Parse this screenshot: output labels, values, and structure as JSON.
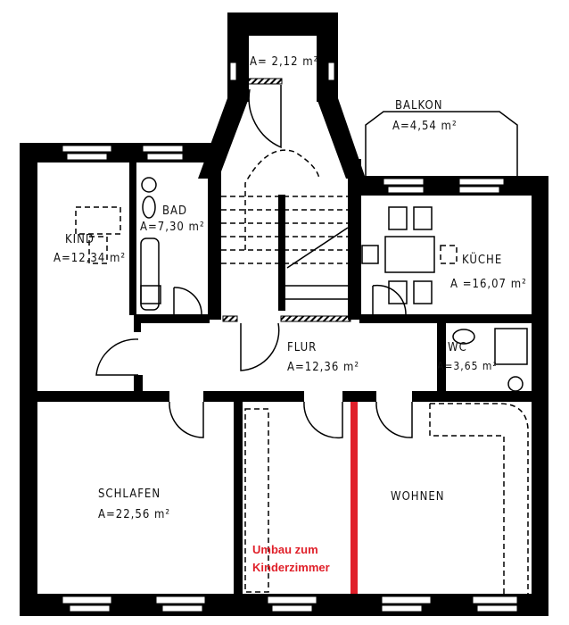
{
  "plan": {
    "rooms": {
      "erker": {
        "area": "A= 2,12 m²"
      },
      "balkon": {
        "name": "BALKON",
        "area": "A=4,54 m²"
      },
      "kind": {
        "name": "KIND",
        "area": "A=12,34 m²"
      },
      "bad": {
        "name": "BAD",
        "area": "A=7,30 m²"
      },
      "kueche": {
        "name": "KÜCHE",
        "area": "A =16,07 m²"
      },
      "flur": {
        "name": "FLUR",
        "area": "A=12,36 m²"
      },
      "wc": {
        "name": "WC",
        "area": "A=3,65 m²"
      },
      "schlafen": {
        "name": "SCHLAFEN",
        "area": "A=22,56 m²"
      },
      "wohnen": {
        "name": "WOHNEN"
      }
    },
    "annotation": {
      "line1": "Umbau zum",
      "line2": "Kinderzimmer",
      "color": "#e0202a"
    }
  }
}
